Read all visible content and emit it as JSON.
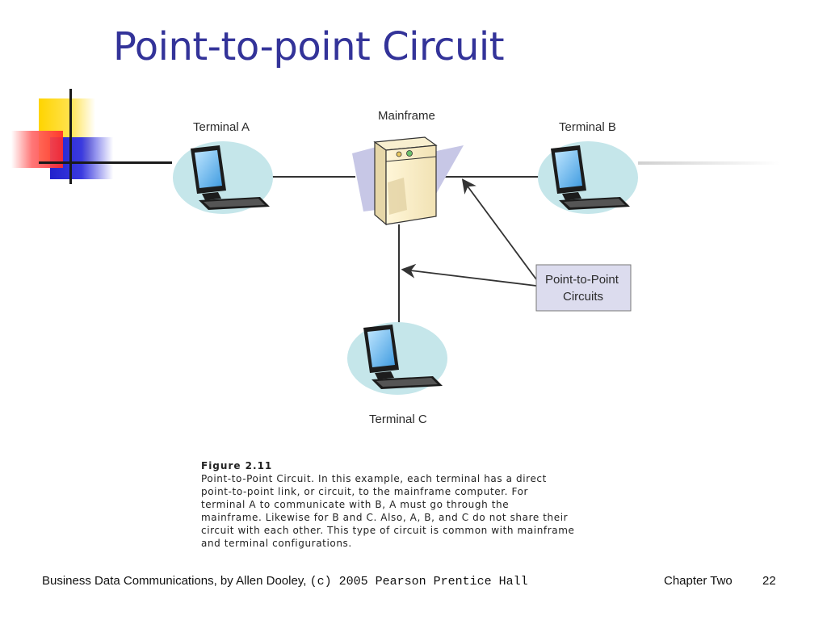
{
  "slide": {
    "title": "Point-to-point Circuit"
  },
  "diagram": {
    "nodes": {
      "terminal_a": "Terminal A",
      "mainframe": "Mainframe",
      "terminal_b": "Terminal B",
      "terminal_c": "Terminal C"
    },
    "callout": {
      "line1": "Point-to-Point",
      "line2": "Circuits"
    },
    "colors": {
      "terminal_bg": "#c5e6ea",
      "callout_bg": "#dcdcee",
      "link_line": "#333333"
    }
  },
  "caption": {
    "figure_number": "Figure 2.11",
    "lines": [
      "Point-to-Point Circuit. In this example, each terminal has a direct",
      "point-to-point link, or circuit, to the mainframe computer. For",
      "terminal A to communicate with B, A must go through the",
      "mainframe. Likewise for B and C. Also, A, B, and C do not share their",
      "circuit with each other. This type of circuit is common with mainframe",
      "and terminal configurations."
    ]
  },
  "footer": {
    "credit": "Business Data Communications, by Allen Dooley,",
    "copyright": "(c) 2005 Pearson Prentice Hall",
    "chapter": "Chapter Two",
    "page": "22"
  },
  "theme": {
    "title_color": "#333399",
    "deco_yellow": "#ffd400",
    "deco_blue": "#2222cc",
    "deco_red": "#ff2a2a"
  }
}
